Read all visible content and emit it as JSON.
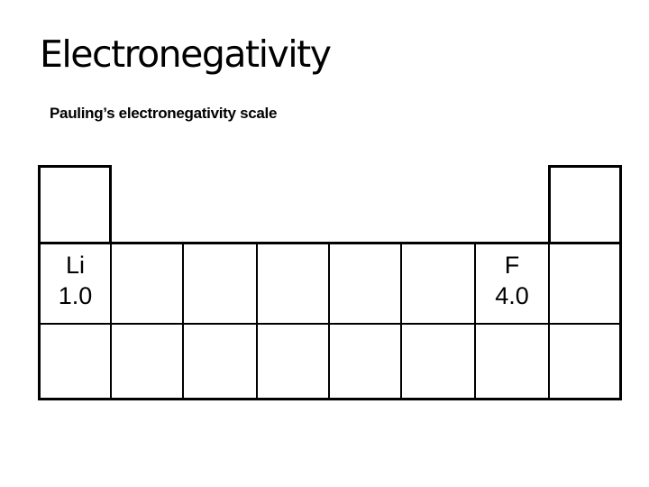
{
  "colors": {
    "line": "#000000",
    "text": "#000000",
    "background": "#ffffff"
  },
  "slide": {
    "title": "Electronegativity",
    "subtitle": "Pauling’s electronegativity scale"
  },
  "diagram": {
    "columns": 8,
    "top_boxes": [
      "left",
      "right"
    ],
    "row1": {
      "cells": [
        {
          "symbol": "Li",
          "value": "1.0"
        },
        {},
        {},
        {},
        {},
        {},
        {
          "symbol": "F",
          "value": "4.0"
        },
        {}
      ]
    },
    "row2": {
      "cells": [
        {},
        {},
        {},
        {},
        {},
        {},
        {},
        {}
      ]
    }
  }
}
